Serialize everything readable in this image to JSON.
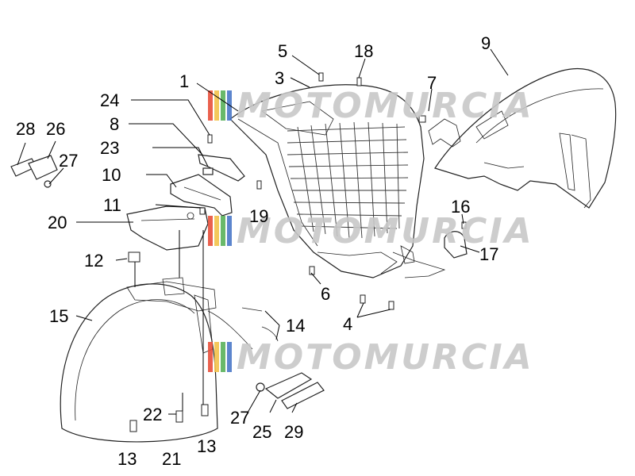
{
  "watermark": {
    "text": "MOTOMURCIA"
  },
  "labels": {
    "l1": "1",
    "l3": "3",
    "l4": "4",
    "l5": "5",
    "l6": "6",
    "l7": "7",
    "l8": "8",
    "l9": "9",
    "l10": "10",
    "l11": "11",
    "l12": "12",
    "l13a": "13",
    "l13b": "13",
    "l14": "14",
    "l15": "15",
    "l16": "16",
    "l17": "17",
    "l18": "18",
    "l19": "19",
    "l20": "20",
    "l21": "21",
    "l22": "22",
    "l23": "23",
    "l24": "24",
    "l25": "25",
    "l26": "26",
    "l27a": "27",
    "l27b": "27",
    "l28": "28",
    "l29": "29"
  }
}
